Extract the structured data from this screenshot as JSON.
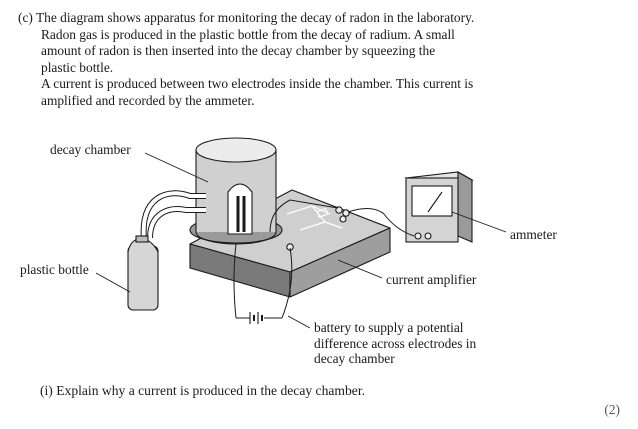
{
  "intro": {
    "line1": "(c)  The diagram shows apparatus for monitoring the decay of radon in the laboratory.",
    "line2": "Radon gas is produced in the plastic bottle from the decay of radium. A small",
    "line3": "amount of radon is then inserted into the decay chamber by squeezing the",
    "line4": "plastic bottle.",
    "line5": "A current is produced between two electrodes inside the chamber. This current is",
    "line6": "amplified and recorded by the ammeter."
  },
  "labels": {
    "decay_chamber": "decay chamber",
    "ammeter": "ammeter",
    "plastic_bottle": "plastic bottle",
    "current_amplifier": "current amplifier",
    "battery_line1": "battery to supply a potential",
    "battery_line2": "difference across electrodes in",
    "battery_line3": "decay chamber"
  },
  "question": "(i)   Explain why a current is produced in the decay chamber.",
  "marks": "(2)"
}
